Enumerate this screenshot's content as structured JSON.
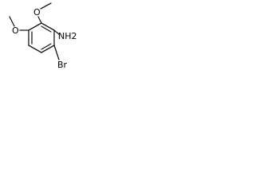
{
  "molecule": {
    "atoms": {
      "amine": "NH2",
      "bromine": "Br",
      "oxygen_top": "O",
      "oxygen_left": "O"
    },
    "colors": {
      "bond": "#1a1a1a",
      "text": "#000000",
      "background": "#ffffff"
    }
  }
}
